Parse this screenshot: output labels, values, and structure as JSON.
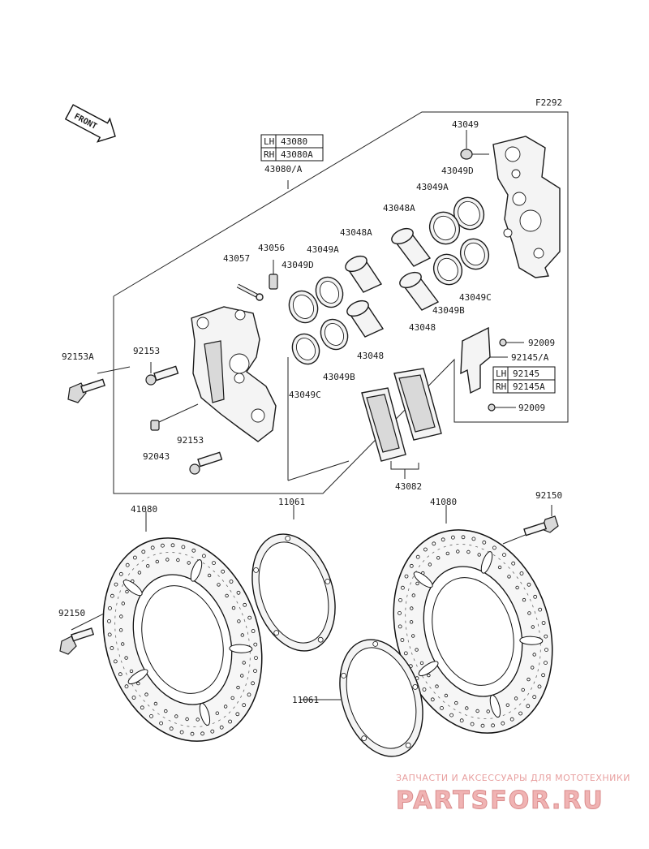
{
  "figure_code": "F2292",
  "front_label": "FRONT",
  "caliper_assy": {
    "lh_prefix": "LH",
    "lh_part": "43080",
    "rh_prefix": "RH",
    "rh_part": "43080A",
    "combined": "43080/A"
  },
  "bracket_assy": {
    "lh_prefix": "LH",
    "lh_part": "92145",
    "rh_prefix": "RH",
    "rh_part": "92145A",
    "combined": "92145/A"
  },
  "labels": {
    "p43049": "43049",
    "p43049D_top": "43049D",
    "p43049A_top": "43049A",
    "p43048A_top": "43048A",
    "p43048A_mid": "43048A",
    "p43056": "43056",
    "p43057": "43057",
    "p43049A_mid": "43049A",
    "p43049D_mid": "43049D",
    "p43049C_right": "43049C",
    "p43049B_right": "43049B",
    "p43048_right": "43048",
    "p92009_top": "92009",
    "p92009_bottom": "92009",
    "p92153A": "92153A",
    "p92153_top": "92153",
    "p43048_left": "43048",
    "p43049B_left": "43049B",
    "p43049C_left": "43049C",
    "p92043": "92043",
    "p92153_bottom": "92153",
    "p43082": "43082",
    "p41080_left": "41080",
    "p11061_top": "11061",
    "p41080_right": "41080",
    "p92150_right": "92150",
    "p92150_left": "92150",
    "p11061_bottom": "11061"
  },
  "watermark": {
    "line1": "ЗАПЧАСТИ И АКСЕССУАРЫ ДЛЯ МОТОТЕХНИКИ",
    "line2": "PARTSFOR.RU"
  }
}
